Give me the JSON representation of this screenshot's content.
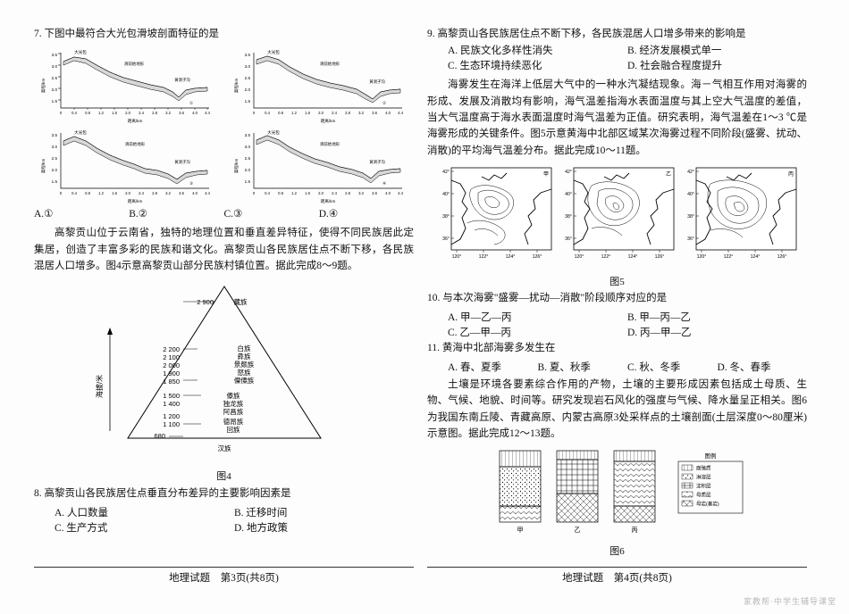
{
  "left": {
    "q7": {
      "number": "7.",
      "text": "下图中最符合大光包滑坡剖面特征的是",
      "charts": [
        {
          "label": "大光包",
          "label2": "滑前始地形",
          "ylabel": "高程/km",
          "xlabel": "距离/km",
          "yticks": [
            "3.5",
            "3.0",
            "2.5",
            "2.0",
            "1.5"
          ],
          "xticks": [
            "0",
            "0.4",
            "0.8",
            "1.2",
            "1.6",
            "2.0",
            "2.4",
            "2.8",
            "3.2",
            "3.6",
            "4.0",
            "4.4"
          ],
          "annot": "黄洞子沟"
        },
        {
          "label": "大光包",
          "label2": "滑前始地形",
          "ylabel": "高程/km",
          "xlabel": "距离/km",
          "yticks": [
            "3.5",
            "3.0",
            "2.5",
            "2.0",
            "1.5"
          ],
          "xticks": [
            "0",
            "0.4",
            "0.8",
            "1.2",
            "1.6",
            "2.0",
            "2.4",
            "2.8",
            "3.2",
            "3.6",
            "4.0",
            "4.4"
          ],
          "annot": "黄洞子沟"
        },
        {
          "label": "大光包",
          "label2": "滑前始地形",
          "ylabel": "高程/km",
          "xlabel": "距离/km",
          "yticks": [
            "3.5",
            "3.0",
            "2.5",
            "2.0",
            "1.5"
          ],
          "xticks": [
            "0",
            "0.4",
            "0.8",
            "1.2",
            "1.6",
            "2.0",
            "2.4",
            "2.8",
            "3.2",
            "3.6",
            "4.0",
            "4.4"
          ],
          "annot": "黄洞子沟"
        },
        {
          "label": "大光包",
          "label2": "滑前始地形",
          "ylabel": "高程/km",
          "xlabel": "距离/km",
          "yticks": [
            "3.5",
            "3.0",
            "2.5",
            "2.0",
            "1.5"
          ],
          "xticks": [
            "0",
            "0.4",
            "0.8",
            "1.2",
            "1.6",
            "2.0",
            "2.4",
            "2.8",
            "3.2",
            "3.6",
            "4.0",
            "4.4"
          ],
          "annot": "黄洞子沟"
        }
      ],
      "options": [
        "A.①",
        "B.②",
        "C.③",
        "D.④"
      ]
    },
    "para1": "高黎贡山位于云南省，独特的地理位置和垂直差异特征，使得不同民族居此定集居，创造了丰富多彩的民族和谐文化。高黎贡山各民族居住点不断下移，各民族混居人口增多。图4示意高黎贡山部分民族村镇位置。据此完成8～9题。",
    "triangle": {
      "ylabel": "海拔/米",
      "axis_labels": [
        "2 900",
        "2 200",
        "2 100",
        "2 000",
        "1 900",
        "1 850",
        "1 500",
        "1 400",
        "1 200",
        "1 100",
        "680"
      ],
      "groups": [
        "藏族",
        "白族",
        "彝族",
        "景颇族",
        "怒族",
        "傈僳族",
        "傣族",
        "独龙族",
        "阿昌族",
        "德昂族",
        "回族",
        "汉族"
      ],
      "caption": "图4"
    },
    "q8": {
      "number": "8.",
      "text": "高黎贡山各民族居住点垂直分布差异的主要影响因素是",
      "options": [
        "A. 人口数量",
        "B. 迁移时间",
        "C. 生产方式",
        "D. 地方政策"
      ]
    },
    "footer": "地理试题　第3页(共8页)"
  },
  "right": {
    "q9": {
      "number": "9.",
      "text": "高黎贡山各民族居住点不断下移，各民族混居人口增多带来的影响是",
      "options": [
        "A. 民族文化多样性消失",
        "B. 经济发展模式单一",
        "C. 生态环境持续恶化",
        "D. 社会融合程度提升"
      ]
    },
    "para1": "海雾发生在海洋上低层大气中的一种水汽凝结现象。海－气相互作用对海雾的形成、发展及消散均有影响，海气温差指海水表面温度与其上空大气温度的差值，当大气温度高于海水表面温度时海气温差为正值。研究表明，海气温差在1～3 ℃是海雾形成的关键条件。图5示意黄海中北部区域某次海雾过程不同阶段(盛雾、扰动、消散)的平均海气温差分布。据此完成10～11题。",
    "maps": {
      "caption": "图5",
      "panels": [
        {
          "tag": "甲",
          "ylabels": [
            "42°",
            "40°",
            "38°",
            "36°"
          ],
          "xlabels": [
            "120°",
            "122°",
            "124°",
            "126°"
          ]
        },
        {
          "tag": "乙",
          "ylabels": [
            "42°",
            "40°",
            "38°",
            "36°"
          ],
          "xlabels": [
            "120°",
            "122°",
            "124°",
            "126°"
          ]
        },
        {
          "tag": "丙",
          "ylabels": [
            "42°",
            "40°",
            "38°",
            "36°"
          ],
          "xlabels": [
            "120°",
            "122°",
            "124°",
            "126°"
          ]
        }
      ]
    },
    "q10": {
      "number": "10.",
      "text": "与本次海雾\"盛雾—扰动—消散\"阶段顺序对应的是",
      "options": [
        "A. 甲—乙—丙",
        "B. 甲—丙—乙",
        "C. 乙—甲—丙",
        "D. 丙—甲—乙"
      ]
    },
    "q11": {
      "number": "11.",
      "text": "黄海中北部海雾多发生在",
      "options": [
        "A. 春、夏季",
        "B. 夏、秋季",
        "C. 秋、冬季",
        "D. 冬、春季"
      ]
    },
    "para2": "土壤是环境各要素综合作用的产物，土壤的主要形成因素包括成土母质、生物、气候、地貌、时间等。研究发现岩石风化的强度与气候、降水量呈正相关。图6为我国东南丘陵、青藏高原、内蒙古高原3处采样点的土壤剖面(土层深度0～80厘米)示意图。据此完成12～13题。",
    "soil": {
      "caption": "图6",
      "columns": [
        "甲",
        "乙",
        "丙"
      ],
      "legend_title": "图例",
      "legend": [
        "腐殖质",
        "淋溶层",
        "淀积层",
        "母质层",
        "母岩(基岩)"
      ]
    },
    "footer": "地理试题　第4页(共8页)"
  },
  "watermark": "家教帮·中学生辅导课堂"
}
